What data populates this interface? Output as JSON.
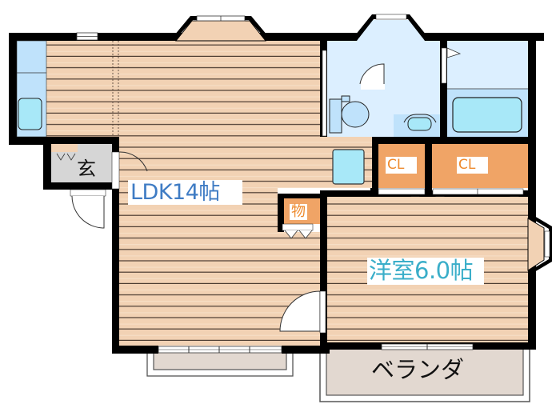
{
  "floor_plan": {
    "rooms": [
      {
        "id": "ldk",
        "label": "LDK14帖",
        "type": "living-dining-kitchen",
        "size_jo": 14
      },
      {
        "id": "western",
        "label": "洋室6.0帖",
        "type": "western-bedroom",
        "size_jo": 6.0
      },
      {
        "id": "closet1",
        "label": "CL",
        "type": "closet"
      },
      {
        "id": "closet2",
        "label": "CL",
        "type": "closet"
      },
      {
        "id": "storage",
        "label": "物",
        "type": "storage"
      },
      {
        "id": "entrance",
        "label": "玄",
        "type": "entrance"
      },
      {
        "id": "balcony",
        "label": "ベランダ",
        "type": "balcony"
      },
      {
        "id": "toilet",
        "label": "",
        "type": "toilet"
      },
      {
        "id": "washroom",
        "label": "",
        "type": "washroom"
      },
      {
        "id": "bathroom",
        "label": "",
        "type": "bathroom"
      },
      {
        "id": "kitchen",
        "label": "",
        "type": "kitchen"
      }
    ],
    "colors": {
      "floor_wood": "#f2d2b4",
      "floor_line": "#4a3a30",
      "wall": "#000000",
      "wet_area": "#dcefff",
      "fixture": "#a8e8f8",
      "closet": "#f0a466",
      "entrance_tile": "#d6d6d6",
      "balcony": "#e2d8d0",
      "ldk_text": "#3f7cc4",
      "western_text": "#3aaec9",
      "closet_text": "#ee8a2e"
    }
  }
}
